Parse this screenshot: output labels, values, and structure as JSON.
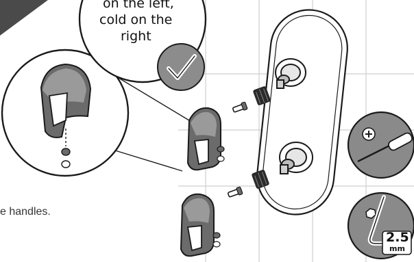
{
  "callout": {
    "line1": "on the left,",
    "line2": "cold on the",
    "line3": "right"
  },
  "caption": "e handles.",
  "tools": {
    "screwdriver_icon": "phillips-screwdriver-icon",
    "hex_key_icon": "hex-key-icon",
    "hex_size": "2.5",
    "hex_unit": "mm"
  },
  "colors": {
    "line": "#1a1a1a",
    "handle": "#6b6b6b",
    "handle_light": "#9a9a9a",
    "tool_bg": "#8a8a8a",
    "check_bg": "#8c8c8c"
  }
}
